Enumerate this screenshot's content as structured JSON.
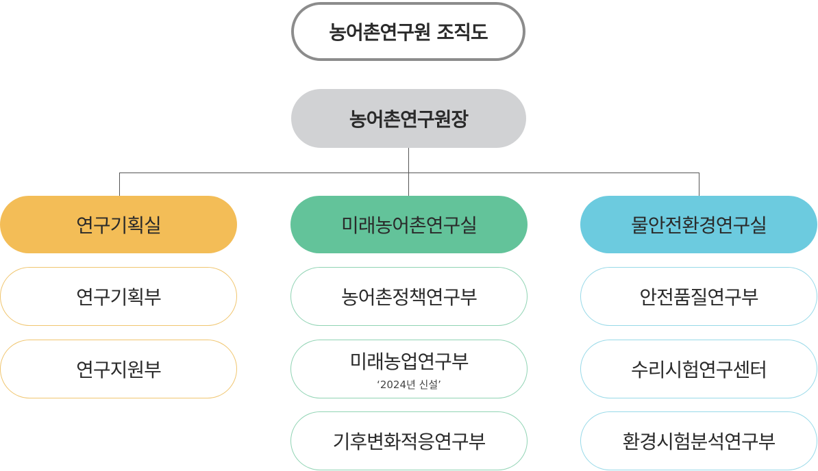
{
  "title": "농어촌연구원 조직도",
  "head": "농어촌연구원장",
  "divisions": [
    {
      "name": "연구기획실",
      "color": "#f3bd57",
      "border": "#f0c56e",
      "units": [
        {
          "name": "연구기획부",
          "note": ""
        },
        {
          "name": "연구지원부",
          "note": ""
        }
      ]
    },
    {
      "name": "미래농어촌연구실",
      "color": "#63c39a",
      "border": "#8fd3b3",
      "units": [
        {
          "name": "농어촌정책연구부",
          "note": ""
        },
        {
          "name": "미래농업연구부",
          "note": "‘2024년 신설’"
        },
        {
          "name": "기후변화적응연구부",
          "note": ""
        }
      ]
    },
    {
      "name": "물안전환경연구실",
      "color": "#6ccbdf",
      "border": "#97d9e8",
      "units": [
        {
          "name": "안전품질연구부",
          "note": ""
        },
        {
          "name": "수리시험연구센터",
          "note": ""
        },
        {
          "name": "환경시험분석연구부",
          "note": ""
        }
      ]
    }
  ]
}
